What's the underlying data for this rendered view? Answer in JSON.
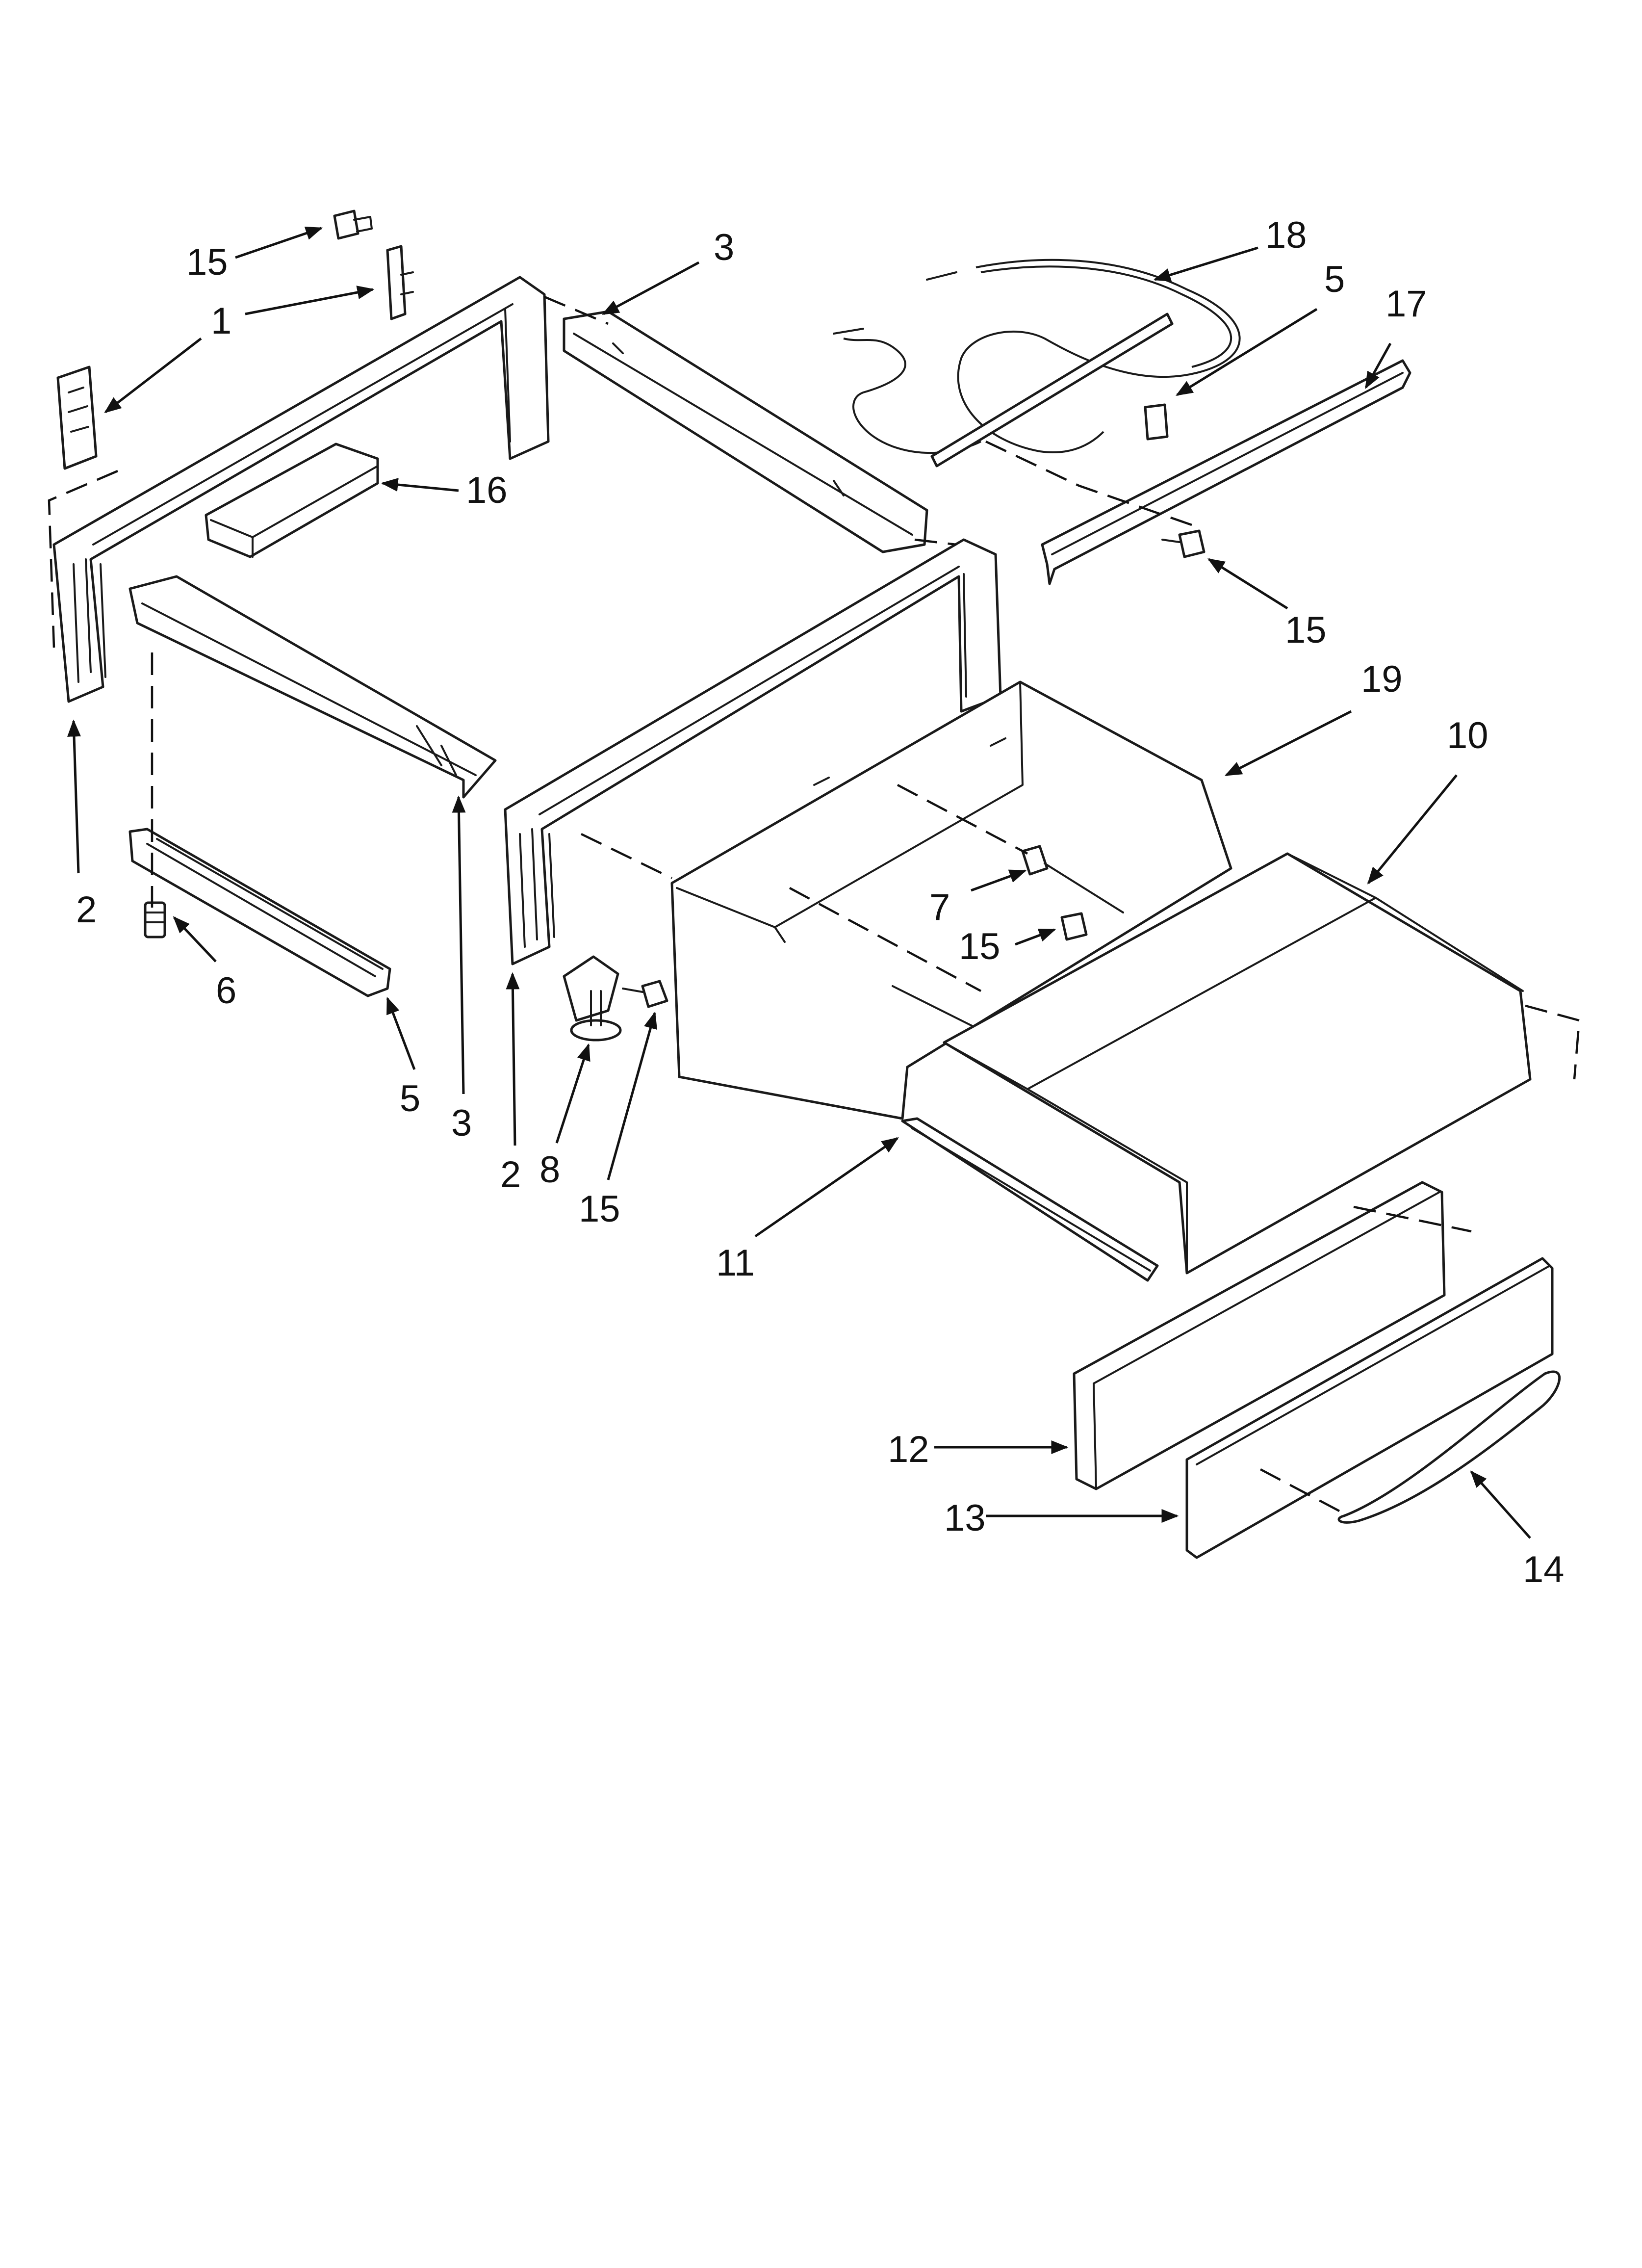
{
  "colors": {
    "line": "#1a1a1a",
    "background": "#ffffff"
  },
  "callouts": {
    "c15_top": "15",
    "c1": "1",
    "c2_left": "2",
    "c3_top": "3",
    "c16": "16",
    "c18": "18",
    "c5_top": "5",
    "c17": "17",
    "c15_right": "15",
    "c19": "19",
    "c10": "10",
    "c7": "7",
    "c15_mid": "15",
    "c6": "6",
    "c5_bottom": "5",
    "c3_bottom": "3",
    "c2_bottom": "2",
    "c8": "8",
    "c15_bottom": "15",
    "c11": "11",
    "c12": "12",
    "c13": "13",
    "c14": "14"
  }
}
